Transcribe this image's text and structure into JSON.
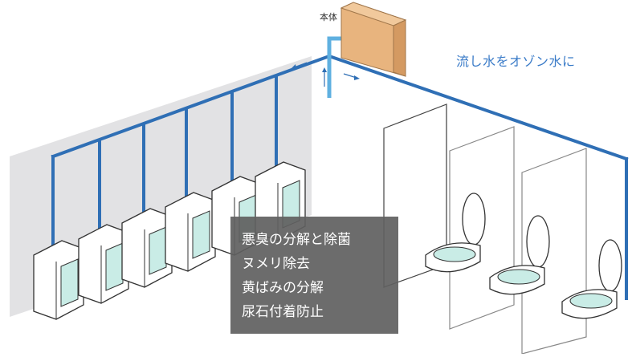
{
  "labels": {
    "unit": "本体",
    "headline": "流し水をオゾン水に"
  },
  "benefits": [
    "悪臭の分解と除菌",
    "ヌメリ除去",
    "黄ばみの分解",
    "尿石付着防止"
  ],
  "colors": {
    "pipe": "#2f6fb5",
    "pipe_light": "#5fb0e0",
    "wall": "#e2e2e4",
    "unit_box": "#e8b47e",
    "headline": "#3a7bc8",
    "benefit_bg": "#606060",
    "glass": "#c9ece6"
  }
}
